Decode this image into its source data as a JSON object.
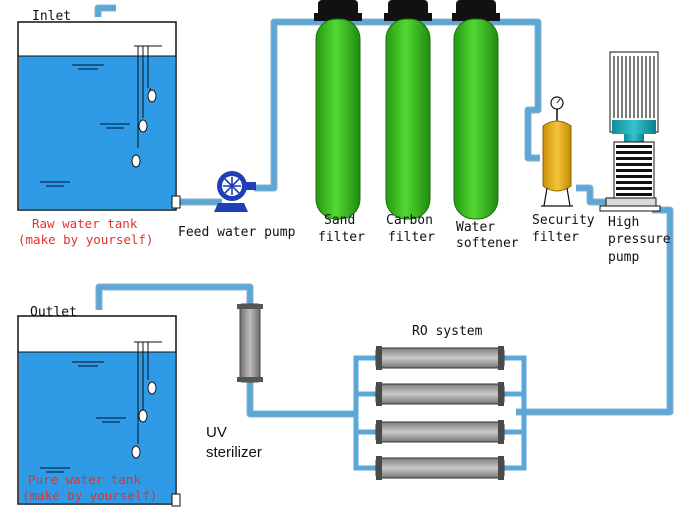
{
  "colors": {
    "water": "#2f9be6",
    "pipe": "#5ba8d8",
    "filter_green": "#3ec21f",
    "security_filter": "#e8b11a",
    "pump_blue": "#1e3fb8",
    "label_red": "#e0332c"
  },
  "labels": {
    "inlet": "Inlet",
    "outlet": "Outlet",
    "raw_tank_1": "Raw water tank",
    "raw_tank_2": "(make by yourself)",
    "pure_tank_1": "Pure water tank",
    "pure_tank_2": "(make by yourself)",
    "feed_pump": "Feed water pump",
    "sand_1": "Sand",
    "sand_2": "filter",
    "carbon_1": "Carbon",
    "carbon_2": "filter",
    "softener_1": "Water",
    "softener_2": "softener",
    "security_1": "Security",
    "security_2": "filter",
    "hp_1": "High",
    "hp_2": "pressure",
    "hp_3": "pump",
    "ro": "RO system",
    "uv_1": "UV",
    "uv_2": "sterilizer"
  },
  "icons": {
    "feed_pump": "centrifugal-pump-icon",
    "high_pressure_pump": "vertical-multistage-pump-icon",
    "uv_sterilizer": "uv-lamp-tube-icon",
    "pressure_gauge": "pressure-gauge-icon"
  }
}
